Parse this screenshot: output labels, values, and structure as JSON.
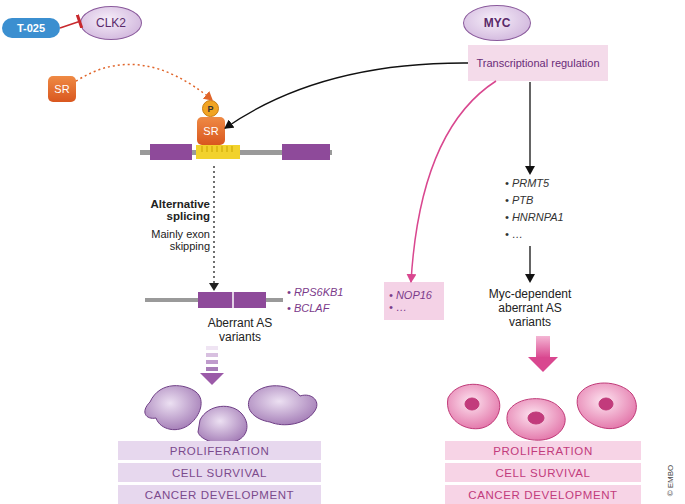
{
  "diagram": {
    "nodes": [
      {
        "text": [
          "T-025"
        ]
      },
      {
        "text": [
          "CLK2"
        ]
      },
      {
        "text": [
          "MYC"
        ]
      },
      {
        "text": [
          "Transcriptional regulation"
        ]
      },
      {
        "text": [
          "SR"
        ]
      },
      {
        "text": [
          "P"
        ]
      },
      {
        "text": [
          "SR"
        ]
      },
      {
        "text": [
          "• NOP16",
          "• …"
        ]
      },
      {
        "text": [
          "PROLIFERATION"
        ]
      },
      {
        "text": [
          "CELL SURVIVAL"
        ]
      },
      {
        "text": [
          "CANCER DEVELOPMENT"
        ]
      },
      {
        "text": [
          "PROLIFERATION"
        ]
      },
      {
        "text": [
          "CELL SURVIVAL"
        ]
      },
      {
        "text": [
          "CANCER DEVELOPMENT"
        ]
      }
    ],
    "edges": [
      {
        "from": 0,
        "to": 1,
        "arrow": "to"
      },
      {
        "from": 4,
        "to": 5,
        "arrow": "to"
      },
      {
        "from": 3,
        "to": 6,
        "arrow": "to"
      },
      {
        "from": 3,
        "to": 7,
        "arrow": "to"
      }
    ],
    "labels": [
      "Alternative splicing",
      "Mainly exon skipping",
      "Aberrant AS variants",
      "• RPS6KB1",
      "• BCLAF",
      "• PRMT5",
      "• PTB",
      "• HNRNPA1",
      "• …",
      "Myc-dependent aberrant AS variants",
      "© EMBO"
    ]
  }
}
